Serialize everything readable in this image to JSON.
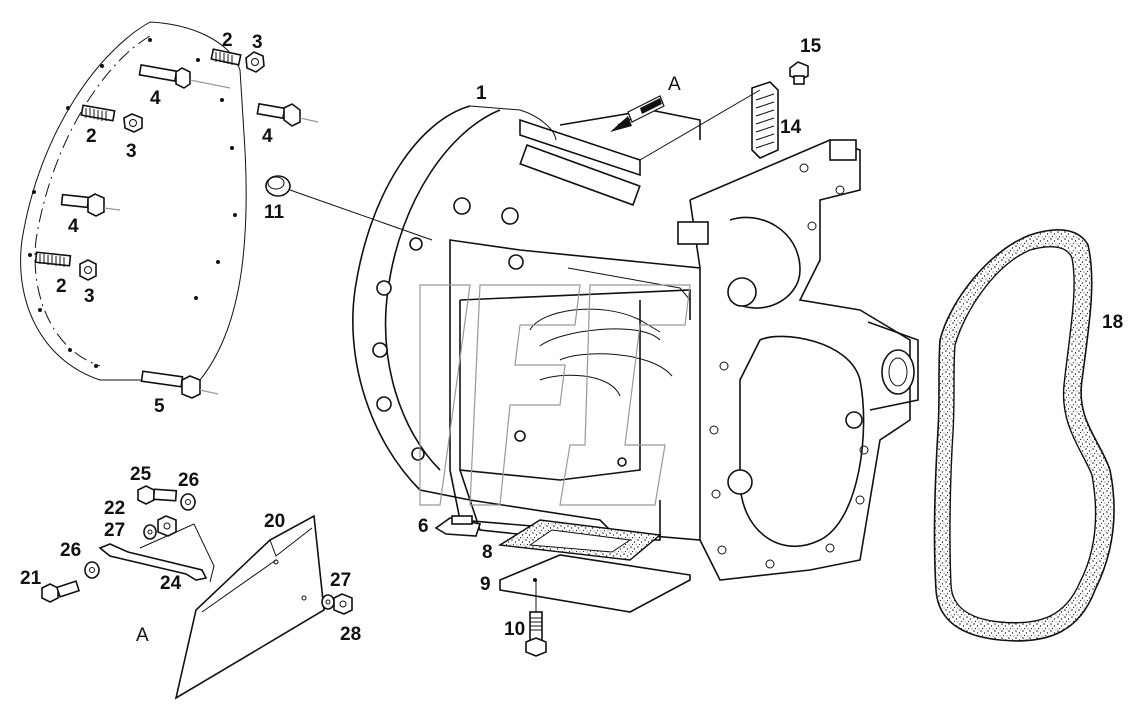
{
  "labels": {
    "l1": "1",
    "l2a": "2",
    "l2b": "2",
    "l2c": "2",
    "l3a": "3",
    "l3b": "3",
    "l3c": "3",
    "l4a": "4",
    "l4b": "4",
    "l4c": "4",
    "l5": "5",
    "l6": "6",
    "l8": "8",
    "l9": "9",
    "l10": "10",
    "l11": "11",
    "l14": "14",
    "l15": "15",
    "l18": "18",
    "l20": "20",
    "l21": "21",
    "l22": "22",
    "l24": "24",
    "l25": "25",
    "l26a": "26",
    "l26b": "26",
    "l27a": "27",
    "l27b": "27",
    "l28": "28"
  },
  "view_markers": {
    "arrow_view": "A",
    "detail_view": "A"
  }
}
